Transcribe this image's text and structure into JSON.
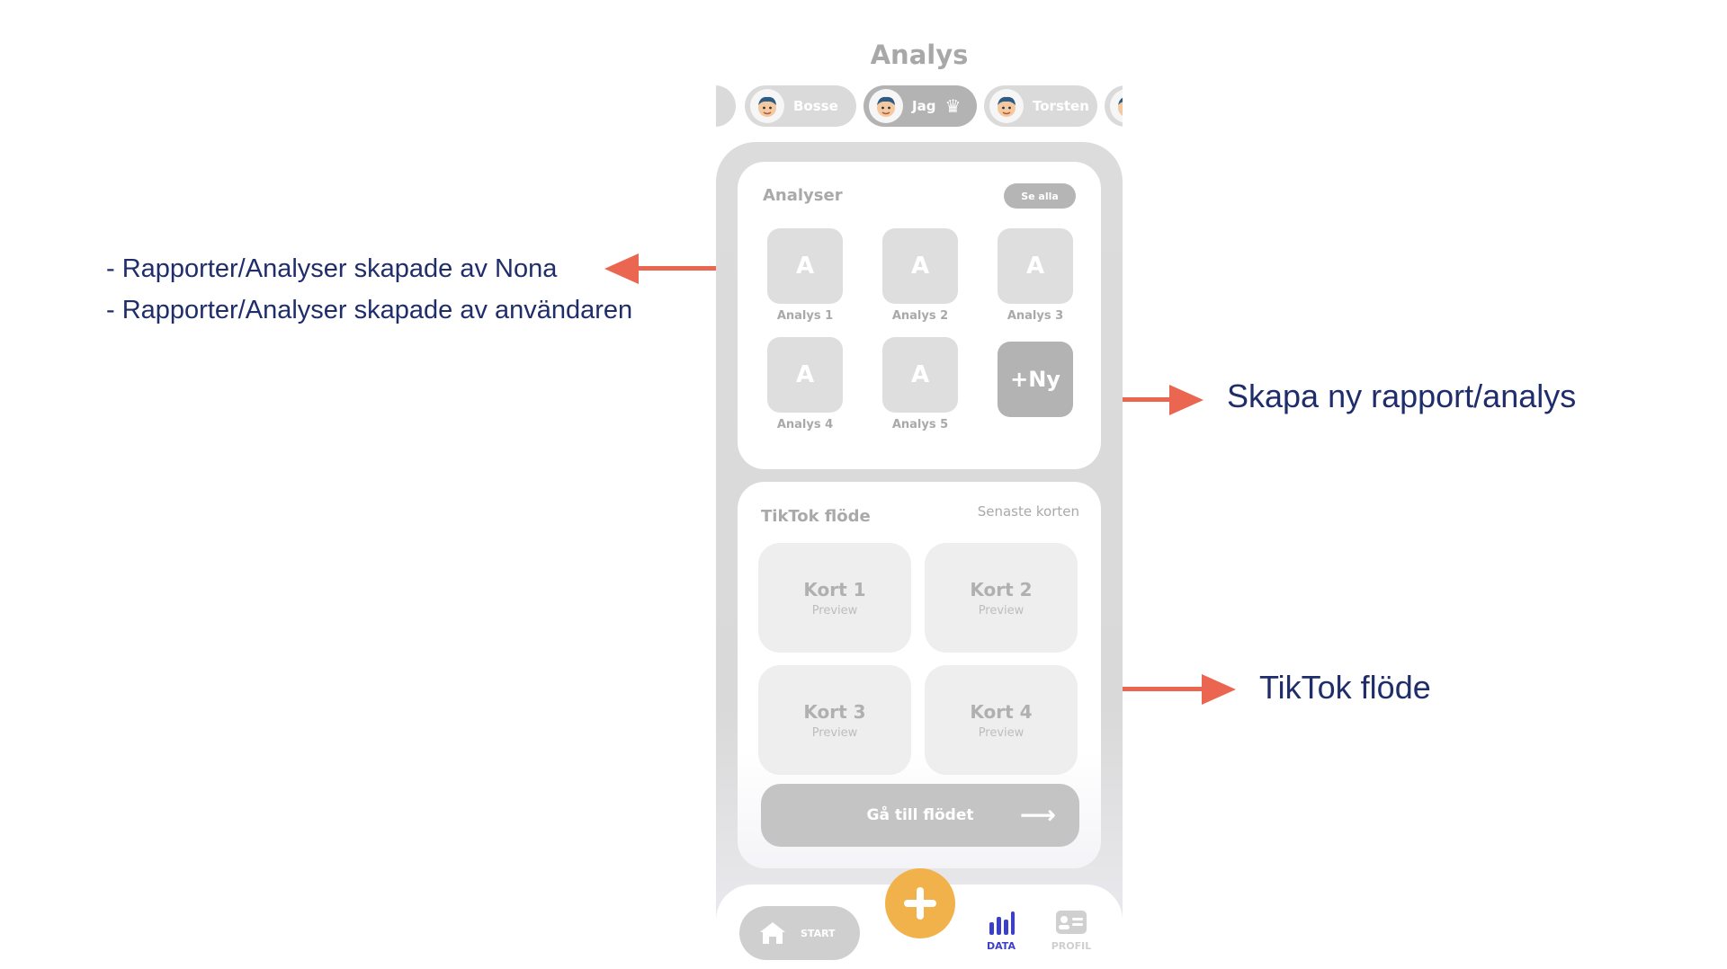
{
  "screen": {
    "title": "Analys"
  },
  "users": [
    {
      "name": ""
    },
    {
      "name": "Bosse"
    },
    {
      "name": "Jag",
      "active": true,
      "badge": "crown-icon"
    },
    {
      "name": "Torsten"
    },
    {
      "name": ""
    }
  ],
  "analyser": {
    "title": "Analyser",
    "see_all": "Se alla",
    "tiles": [
      {
        "letter": "A",
        "label": "Analys 1"
      },
      {
        "letter": "A",
        "label": "Analys 2"
      },
      {
        "letter": "A",
        "label": "Analys 3"
      },
      {
        "letter": "A",
        "label": "Analys 4"
      },
      {
        "letter": "A",
        "label": "Analys 5"
      }
    ],
    "new_label": "+Ny"
  },
  "tiktok": {
    "title": "TikTok flöde",
    "latest": "Senaste korten",
    "cards": [
      {
        "title": "Kort 1",
        "sub": "Preview"
      },
      {
        "title": "Kort 2",
        "sub": "Preview"
      },
      {
        "title": "Kort 3",
        "sub": "Preview"
      },
      {
        "title": "Kort 4",
        "sub": "Preview"
      }
    ],
    "goto_label": "Gå till flödet"
  },
  "nav": {
    "start": "START",
    "data": "DATA",
    "profil": "PROFIL"
  },
  "annotations": {
    "left_line1": "- Rapporter/Analyser skapade av Nona",
    "left_line2": "- Rapporter/Analyser skapade av användaren",
    "new_report": "Skapa ny rapport/analys",
    "tiktok": "TikTok flöde"
  },
  "colors": {
    "annotation_text": "#1f2d6b",
    "arrow": "#ea6650",
    "fab": "#f2b24b",
    "nav_active": "#3c3fc8"
  }
}
